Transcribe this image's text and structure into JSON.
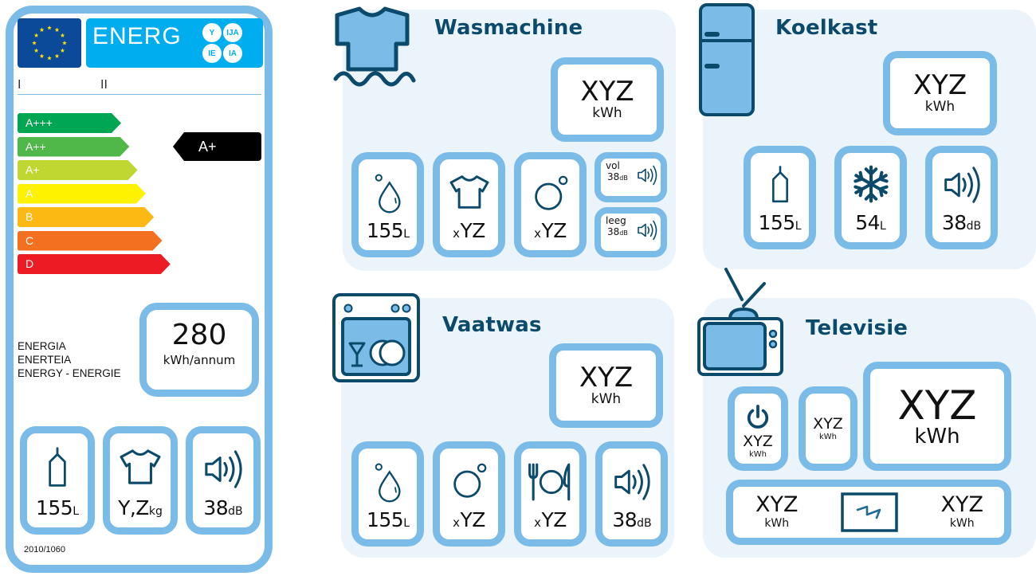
{
  "colors": {
    "frame_blue": "#7bbbe8",
    "panel_bg": "#ecf4fb",
    "icon_navy": "#0b4a6b",
    "header_cyan": "#00aeef",
    "eu_blue": "#0b4a99"
  },
  "energy_label": {
    "header": {
      "title": "ENERG",
      "language_suffixes": [
        "Y",
        "IJA",
        "IE",
        "IA"
      ],
      "marks": [
        "I",
        "II"
      ]
    },
    "rating_scale": [
      {
        "label": "A+++",
        "color": "#00a651"
      },
      {
        "label": "A++",
        "color": "#50b848"
      },
      {
        "label": "A+",
        "color": "#bfd730"
      },
      {
        "label": "A",
        "color": "#fff200"
      },
      {
        "label": "B",
        "color": "#fdb913"
      },
      {
        "label": "C",
        "color": "#f37021"
      },
      {
        "label": "D",
        "color": "#ed1c24"
      }
    ],
    "current_rating": "A+",
    "energy_words": [
      "ENERGIA",
      "ENERTEIA",
      "ENERGY - ENERGIE"
    ],
    "consumption": {
      "value": "280",
      "unit": "kWh/annum"
    },
    "tiles": [
      {
        "icon": "bottle-icon",
        "value": "155",
        "unit": "L"
      },
      {
        "icon": "shirt-icon",
        "value": "Y,Z",
        "unit": "kg"
      },
      {
        "icon": "speaker-icon",
        "value": "38",
        "unit": "dB"
      }
    ],
    "regulation": "2010/1060"
  },
  "panels": {
    "wasmachine": {
      "title": "Wasmachine",
      "energy": {
        "value": "XYZ",
        "unit": "kWh"
      },
      "tiles": [
        {
          "icon": "water-drop-icon",
          "prefix": "",
          "value": "155",
          "unit": "L"
        },
        {
          "icon": "shirt-icon",
          "prefix": "x",
          "value": "YZ",
          "unit": ""
        },
        {
          "icon": "spin-icon",
          "prefix": "x",
          "value": "YZ",
          "unit": ""
        }
      ],
      "noise": [
        {
          "label": "vol",
          "value": "38",
          "unit": "dB"
        },
        {
          "label": "leeg",
          "value": "38",
          "unit": "dB"
        }
      ]
    },
    "koelkast": {
      "title": "Koelkast",
      "energy": {
        "value": "XYZ",
        "unit": "kWh"
      },
      "tiles": [
        {
          "icon": "bottle-icon",
          "value": "155",
          "unit": "L"
        },
        {
          "icon": "snowflake-icon",
          "value": "54",
          "unit": "L"
        },
        {
          "icon": "speaker-icon",
          "value": "38",
          "unit": "dB"
        }
      ]
    },
    "vaatwas": {
      "title": "Vaatwas",
      "energy": {
        "value": "XYZ",
        "unit": "kWh"
      },
      "tiles": [
        {
          "icon": "water-drop-icon",
          "prefix": "",
          "value": "155",
          "unit": "L"
        },
        {
          "icon": "spin-icon",
          "prefix": "x",
          "value": "YZ",
          "unit": ""
        },
        {
          "icon": "place-setting-icon",
          "prefix": "x",
          "value": "YZ",
          "unit": ""
        },
        {
          "icon": "speaker-icon",
          "prefix": "",
          "value": "38",
          "unit": "dB"
        }
      ]
    },
    "televisie": {
      "title": "Televisie",
      "standby": {
        "value": "XYZ",
        "unit": "kWh"
      },
      "off_mode": {
        "value": "XYZ",
        "unit": "kWh"
      },
      "energy": {
        "value": "XYZ",
        "unit": "kWh"
      },
      "hdr": {
        "left": {
          "value": "XYZ",
          "unit": "kWh"
        },
        "right": {
          "value": "XYZ",
          "unit": "kWh"
        }
      }
    }
  }
}
